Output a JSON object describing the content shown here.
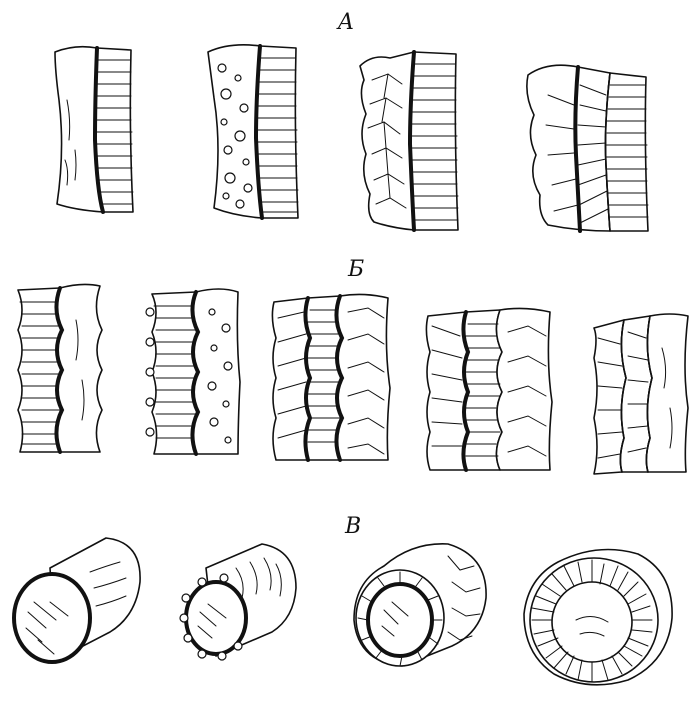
{
  "figure": {
    "labels": {
      "row_a": "A",
      "row_b": "Б",
      "row_c": "В"
    },
    "colors": {
      "ink": "#111111",
      "paper": "#ffffff"
    }
  }
}
